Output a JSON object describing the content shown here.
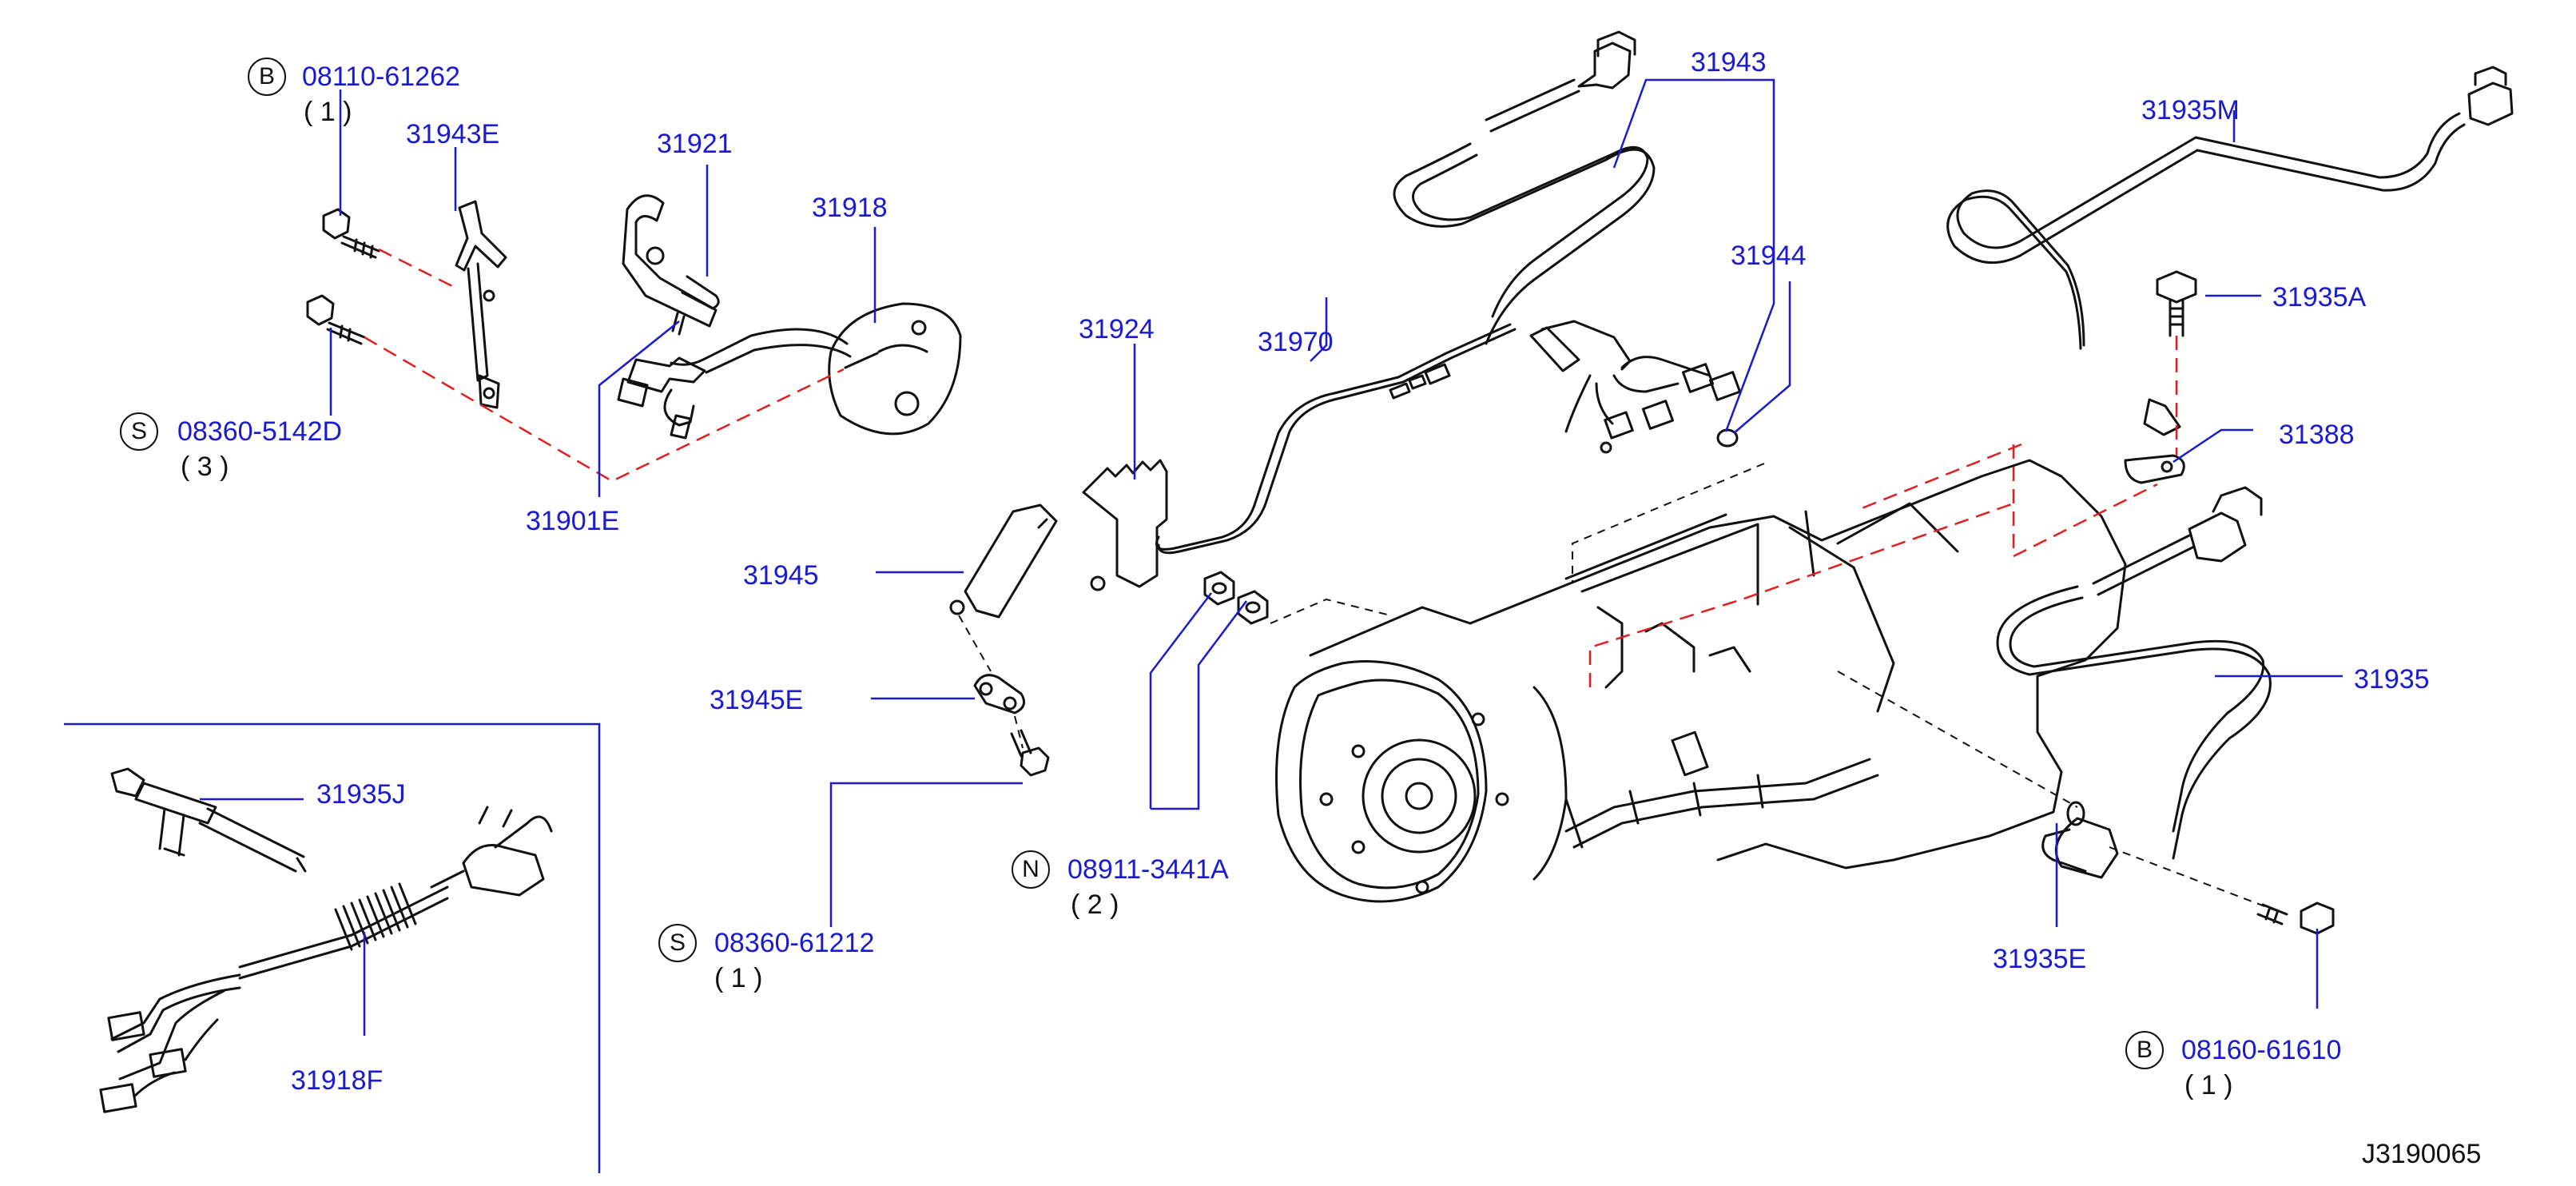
{
  "diagram": {
    "code": "J3190065",
    "callouts": {
      "p31943E": "31943E",
      "p31921": "31921",
      "p31918": "31918",
      "p31901E": "31901E",
      "p31924": "31924",
      "p31970": "31970",
      "p31943": "31943",
      "p31944": "31944",
      "p31935M": "31935M",
      "p31935A": "31935A",
      "p31388": "31388",
      "p31935": "31935",
      "p31935E": "31935E",
      "p31945": "31945",
      "p31945E": "31945E",
      "p31935J": "31935J",
      "p31918F": "31918F"
    },
    "fasteners": {
      "bolt_top": {
        "badge": "B",
        "number": "08110-61262",
        "qty": "( 1 )"
      },
      "screw_left": {
        "badge": "S",
        "number": "08360-5142D",
        "qty": "( 3 )"
      },
      "nut": {
        "badge": "N",
        "number": "08911-3441A",
        "qty": "( 2 )"
      },
      "screw_bottom": {
        "badge": "S",
        "number": "08360-61212",
        "qty": "( 1 )"
      },
      "bolt_right": {
        "badge": "B",
        "number": "08160-61610",
        "qty": "( 1 )"
      }
    },
    "colors": {
      "callout": "#1a1ad0",
      "leader": "#1a1ad0",
      "part_line": "#111111",
      "hidden_line_red": "#e02020"
    }
  }
}
